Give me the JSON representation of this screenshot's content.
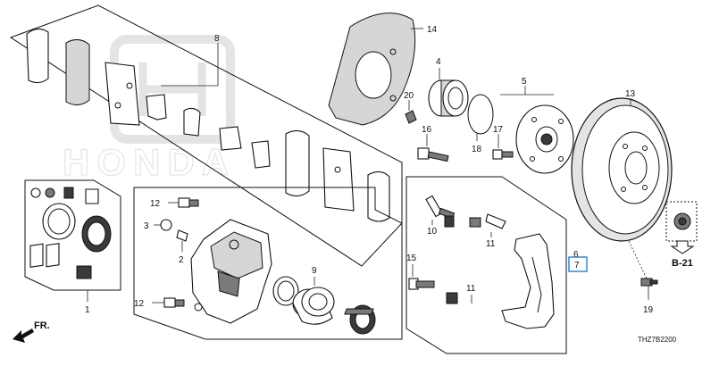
{
  "callouts": {
    "c1": "1",
    "c2": "2",
    "c3": "3",
    "c4": "4",
    "c5": "5",
    "c6": "6",
    "c7": "7",
    "c8": "8",
    "c9": "9",
    "c10": "10",
    "c11a": "11",
    "c11b": "11",
    "c12a": "12",
    "c12b": "12",
    "c13": "13",
    "c14": "14",
    "c15": "15",
    "c16": "16",
    "c17": "17",
    "c18": "18",
    "c19": "19",
    "c20": "20"
  },
  "reference_label": "B-21",
  "front_label": "FR.",
  "diagram_code": "THZ7B2200",
  "watermark_text": "HONDA",
  "colors": {
    "highlight_box": "#1e7fd6",
    "line": "#111111",
    "shading": "#7a7a7a"
  }
}
